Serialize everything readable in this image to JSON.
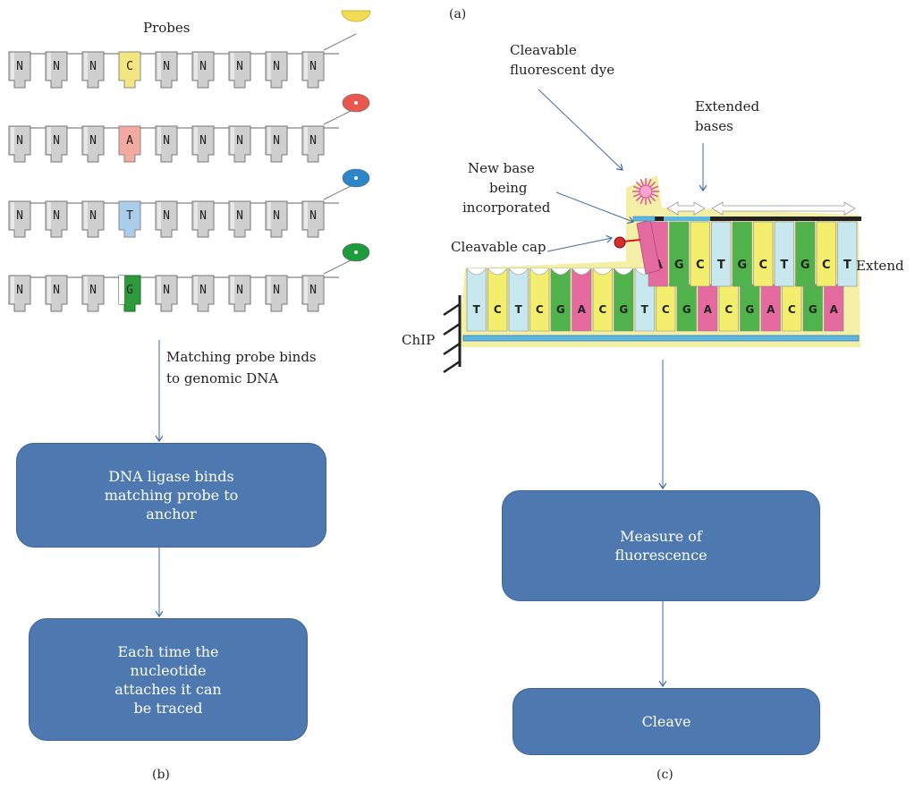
{
  "panel_labels": {
    "a": "(a)",
    "b": "(b)",
    "c": "(c)"
  },
  "probes_panel": {
    "title": "Probes",
    "rows": [
      {
        "bases": [
          "N",
          "N",
          "N",
          "C",
          "N",
          "N",
          "N",
          "N",
          "N"
        ],
        "highlight": 3,
        "color": "#f3e680",
        "dye": "#f0dc55"
      },
      {
        "bases": [
          "N",
          "N",
          "N",
          "A",
          "N",
          "N",
          "N",
          "N",
          "N"
        ],
        "highlight": 3,
        "color": "#f2a9a0",
        "dye": "#e8584e"
      },
      {
        "bases": [
          "N",
          "N",
          "N",
          "T",
          "N",
          "N",
          "N",
          "N",
          "N"
        ],
        "highlight": 3,
        "color": "#a9cdea",
        "dye": "#2a86c9"
      },
      {
        "bases": [
          "N",
          "N",
          "N",
          "G",
          "N",
          "N",
          "N",
          "N",
          "N"
        ],
        "highlight": 3,
        "color": "#2e9a3c",
        "dye": "#1e9b3a"
      }
    ],
    "bind_label": [
      "Matching probe binds",
      "to genomic DNA"
    ],
    "box1": [
      "DNA ligase binds",
      "matching probe to",
      "anchor"
    ],
    "box2": [
      "Each time the",
      "nucleotide",
      "attaches it can",
      "be traced"
    ]
  },
  "sequencing_panel": {
    "dye_label": [
      "Cleavable",
      "fluorescent dye"
    ],
    "extended_label": [
      "Extended",
      "bases"
    ],
    "new_base_label": [
      "New base",
      "being",
      "incorporated"
    ],
    "cap_label": "Cleavable cap",
    "extend_label": "Extend",
    "chip_label": "ChIP",
    "template_bases": [
      "T",
      "C",
      "T",
      "C",
      "G",
      "A",
      "C",
      "G",
      "T",
      "C",
      "G",
      "A",
      "C",
      "G",
      "A",
      "C",
      "G",
      "A"
    ],
    "extended_bases": [
      "A",
      "G",
      "C",
      "T",
      "G",
      "C",
      "T",
      "G",
      "C",
      "T"
    ],
    "box1": [
      "Measure of",
      "fluorescence"
    ],
    "box2": [
      "Cleave"
    ]
  },
  "colors": {
    "box_fill": "#4d78b0",
    "arrow": "#3f6aa8",
    "probe_gray": "#cfcfcf",
    "base_A": "#e56aa0",
    "base_C": "#f4ee6e",
    "base_G": "#4fb24b",
    "base_T": "#c7e8ef",
    "highlight_yellow": "#f4efa6"
  }
}
